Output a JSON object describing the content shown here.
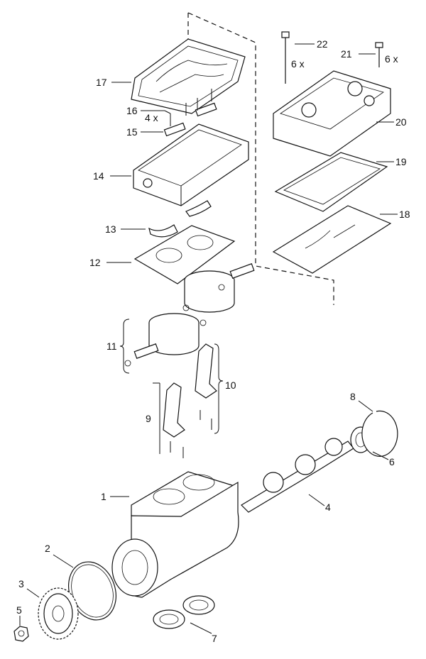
{
  "labels": {
    "p1": "1",
    "p2": "2",
    "p3": "3",
    "p4": "4",
    "p5": "5",
    "p6": "6",
    "p7": "7",
    "p8": "8",
    "p9": "9",
    "p10": "10",
    "p11": "11",
    "p12": "12",
    "p13": "13",
    "p14": "14",
    "p15": "15",
    "p16": "16",
    "p17": "17",
    "p18": "18",
    "p19": "19",
    "p20": "20",
    "p21": "21",
    "p22": "22"
  },
  "qty": {
    "q16": "4 x",
    "q21": "6 x",
    "q22": "6 x"
  }
}
